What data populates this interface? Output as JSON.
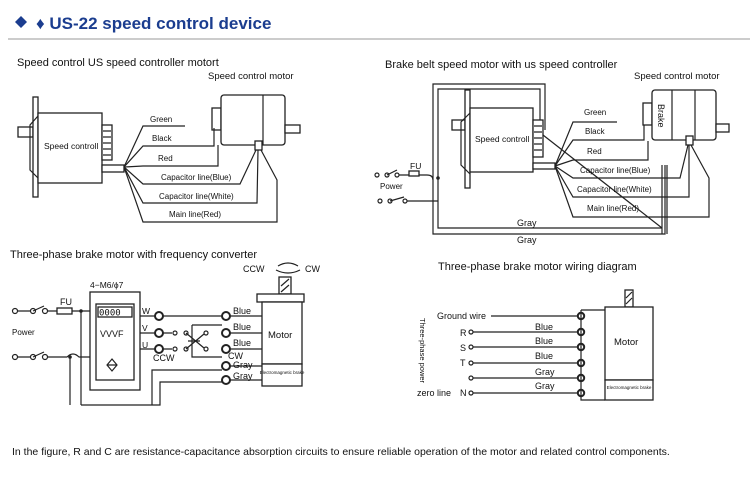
{
  "header": {
    "title": "♦ US-22 speed control device",
    "accent_color": "#1b3d8f"
  },
  "diagram1": {
    "title": "Speed control US speed controller motort",
    "motor_label": "Speed control motor",
    "controller_label": "Speed controll",
    "wires": [
      "Green",
      "Black",
      "Red",
      "Capacitor line(Blue)",
      "Capacitor line(White)",
      "Main line(Red)"
    ]
  },
  "diagram2": {
    "title": "Brake belt speed motor with us speed controller",
    "motor_label": "Speed control motor",
    "brake_label": "Brake",
    "controller_label": "Speed controll",
    "fuse_label": "FU",
    "power_label": "Power",
    "wires": [
      "Green",
      "Black",
      "Red",
      "Capacitor line(Blue)",
      "Capacitor line(White)",
      "Main line(Red)"
    ],
    "gray_labels": [
      "Gray",
      "Gray"
    ]
  },
  "diagram3": {
    "title": "Three-phase brake motor with frequency converter",
    "ccw_label": "CCW",
    "cw_label": "CW",
    "mount_label": "4−M6/ϕ7",
    "inverter_label": "VVVF",
    "display_value": "0000",
    "fuse_label": "FU",
    "power_label": "Power",
    "phases": [
      "W",
      "V",
      "U"
    ],
    "switch_ccw": "CCW",
    "switch_cw": "CW",
    "wire_labels": [
      "Blue",
      "Blue",
      "Blue",
      "Gray",
      "Gray"
    ],
    "motor_label": "Motor",
    "brake_label": "Electromagnetic brake"
  },
  "diagram4": {
    "title": "Three-phase brake motor wiring diagram",
    "power_label": "Three-phase power",
    "ground_label": "Ground wire",
    "inputs": [
      "R",
      "S",
      "T",
      "",
      "N"
    ],
    "zero_line_label": "zero line",
    "wire_labels": [
      "Blue",
      "Blue",
      "Blue",
      "Gray",
      "Gray"
    ],
    "motor_label": "Motor",
    "brake_label": "Electromagnetic brake"
  },
  "footer": {
    "note": "In the figure, R and C are resistance-capacitance absorption circuits to ensure reliable operation of the motor and related control components."
  }
}
